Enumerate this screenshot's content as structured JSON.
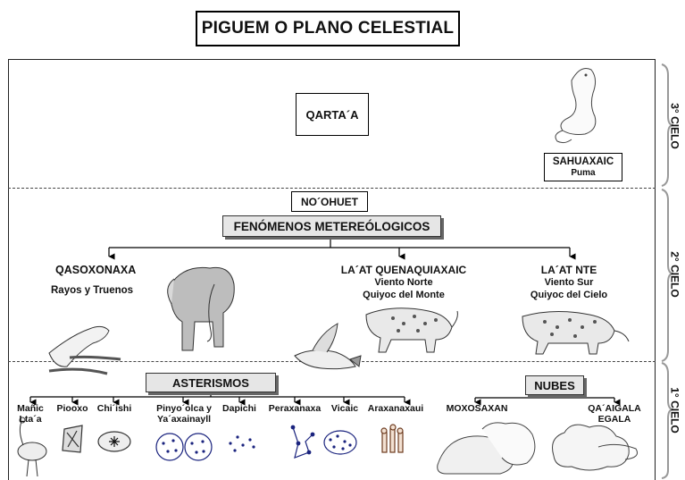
{
  "title": "PIGUEM O PLANO CELESTIAL",
  "levels": {
    "third": "3° CIELO",
    "second": "2° CIELO",
    "first": "1° CIELO"
  },
  "third_sky": {
    "box": "QARTA´A",
    "puma": {
      "name": "SAHUAXAIC",
      "sub": "Puma"
    }
  },
  "second_sky": {
    "noohuet": "NO´OHUET",
    "phenomena": "FENÓMENOS METEREÓLOGICOS",
    "qasoxonaxa": {
      "name": "QASOXONAXA",
      "sub": "Rayos y Truenos"
    },
    "north": {
      "name": "LA´AT QUENAQUIAXAIC",
      "line1": "Viento Norte",
      "line2": "Quiyoc del Monte"
    },
    "south": {
      "name": "LA´AT NTE",
      "line1": "Viento Sur",
      "line2": "Quiyoc del Cielo"
    }
  },
  "first_sky": {
    "asterisms_label": "ASTERISMOS",
    "clouds_label": "NUBES",
    "asterisms": [
      {
        "l1": "Mañic",
        "l2": "Lta´a"
      },
      {
        "l1": "Piooxo",
        "l2": ""
      },
      {
        "l1": "Chi´ishi",
        "l2": ""
      },
      {
        "l1": "Pinyo´olca y",
        "l2": "Ya´axainayll"
      },
      {
        "l1": "Dapichi",
        "l2": ""
      },
      {
        "l1": "Peraxanaxa",
        "l2": ""
      },
      {
        "l1": "Vicaic",
        "l2": ""
      },
      {
        "l1": "Araxanaxaui",
        "l2": ""
      }
    ],
    "clouds": [
      {
        "l1": "MOXOSAXAN",
        "l2": ""
      },
      {
        "l1": "QA´AIGALA",
        "l2": "EGALA"
      }
    ]
  },
  "colors": {
    "star_blue": "#1a237e",
    "box_fill": "#e6e6e6"
  }
}
